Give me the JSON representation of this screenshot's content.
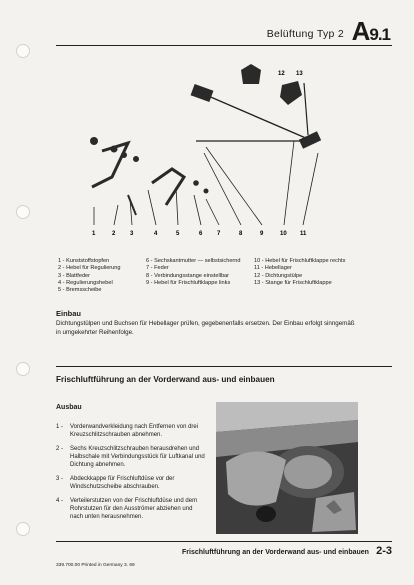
{
  "header": {
    "title": "Belüftung Typ 2",
    "code_main": "A",
    "code_sub": "9.1"
  },
  "figure": {
    "callouts_top": [
      "12",
      "13"
    ],
    "callouts_bottom": [
      "1",
      "2",
      "3",
      "4",
      "5",
      "6",
      "7",
      "8",
      "9",
      "10",
      "11"
    ]
  },
  "legend": {
    "col1": [
      "1 - Kunststoffstopfen",
      "2 - Hebel für Regulierung",
      "3 - Blattfeder",
      "4 - Regulierungshebel",
      "5 - Bremsscheibe"
    ],
    "col2": [
      "6 - Sechskantmutter — selbstsichernd",
      "7 - Feder",
      "8 - Verbindungsstange einstellbar",
      "9 - Hebel für Frischluftklappe links"
    ],
    "col3": [
      "10 - Hebel für Frischluftklappe rechts",
      "11 - Hebellager",
      "12 - Dichtungstülpe",
      "13 - Stange für Frischluftklappe"
    ]
  },
  "einbau": {
    "heading": "Einbau",
    "text": "Dichtungstülpen und Buchsen für Hebellager prüfen, gegebenenfalls ersetzen. Der Einbau erfolgt sinngemäß in umgekehrter Reihenfolge."
  },
  "section": {
    "title": "Frischluftführung an der Vorderwand aus- und einbauen",
    "ausbau_heading": "Ausbau",
    "steps": [
      {
        "num": "1 -",
        "text": "Vorderwandverkleidung nach Entfernen von drei Kreuzschlitzschrauben abnehmen."
      },
      {
        "num": "2 -",
        "text": "Sechs Kreuzschlitzschrauben herausdrehen und Halbschale mit Verbindungsstück für Luftkanal und Dichtung abnehmen."
      },
      {
        "num": "3 -",
        "text": "Abdeckkappe für Frischluftdüse vor der Windschutzscheibe abschrauben."
      },
      {
        "num": "4 -",
        "text": "Verteilerstutzen von der Frischluftdüse und dem Rohrstutzen für den Ausströmer abziehen und nach unten herausnehmen."
      }
    ]
  },
  "footer": {
    "print_info": "339.700.00 Printed in Germany 3. 69",
    "running_title": "Frischluftführung an der Vorderwand aus- und einbauen",
    "page": "2-3"
  }
}
